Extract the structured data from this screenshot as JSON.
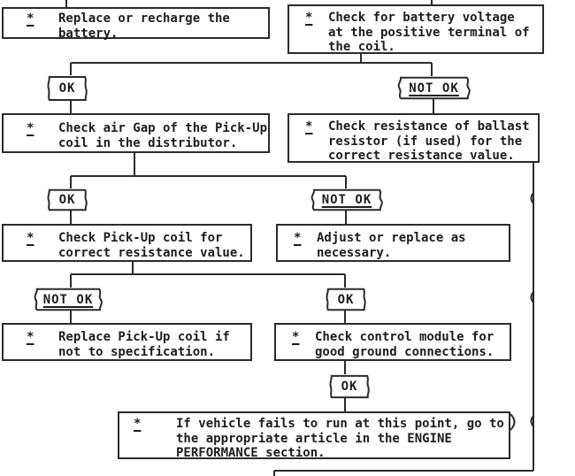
{
  "page": {
    "background": "#ffffff",
    "ink": "#2b2b2b",
    "text_color": "#1d1d1d"
  },
  "nodes": [
    {
      "id": "replace-battery",
      "bullet": "*",
      "text": "Replace or recharge the\nbattery."
    },
    {
      "id": "check-battery-voltage",
      "bullet": "*",
      "text": "Check for battery voltage\nat the positive terminal of\nthe coil."
    },
    {
      "id": "check-air-gap",
      "bullet": "*",
      "text": "Check air Gap of the Pick-Up\ncoil in the distributor."
    },
    {
      "id": "check-ballast-resistor",
      "bullet": "*",
      "text": "Check resistance of ballast\nresistor (if used) for the\ncorrect resistance value."
    },
    {
      "id": "check-pickup-coil",
      "bullet": "*",
      "text": "Check Pick-Up coil for\ncorrect resistance value."
    },
    {
      "id": "adjust-or-replace",
      "bullet": "*",
      "text": "Adjust or replace as\nnecessary."
    },
    {
      "id": "replace-pickup-coil",
      "bullet": "*",
      "text": "Replace Pick-Up coil if\nnot to specification."
    },
    {
      "id": "check-control-module",
      "bullet": "*",
      "text": "Check control module for\ngood ground connections."
    },
    {
      "id": "engine-performance",
      "bullet": "*",
      "text": "If vehicle fails to run at this point, go to\nthe appropriate article in the ENGINE\nPERFORMANCE section."
    }
  ],
  "labels": [
    {
      "id": "ok-1",
      "text": "OK"
    },
    {
      "id": "not-ok-1",
      "text": "NOT OK"
    },
    {
      "id": "ok-2",
      "text": "OK"
    },
    {
      "id": "not-ok-2",
      "text": "NOT OK"
    },
    {
      "id": "not-ok-3",
      "text": "NOT OK"
    },
    {
      "id": "ok-3",
      "text": "OK"
    },
    {
      "id": "ok-4",
      "text": "OK"
    }
  ]
}
